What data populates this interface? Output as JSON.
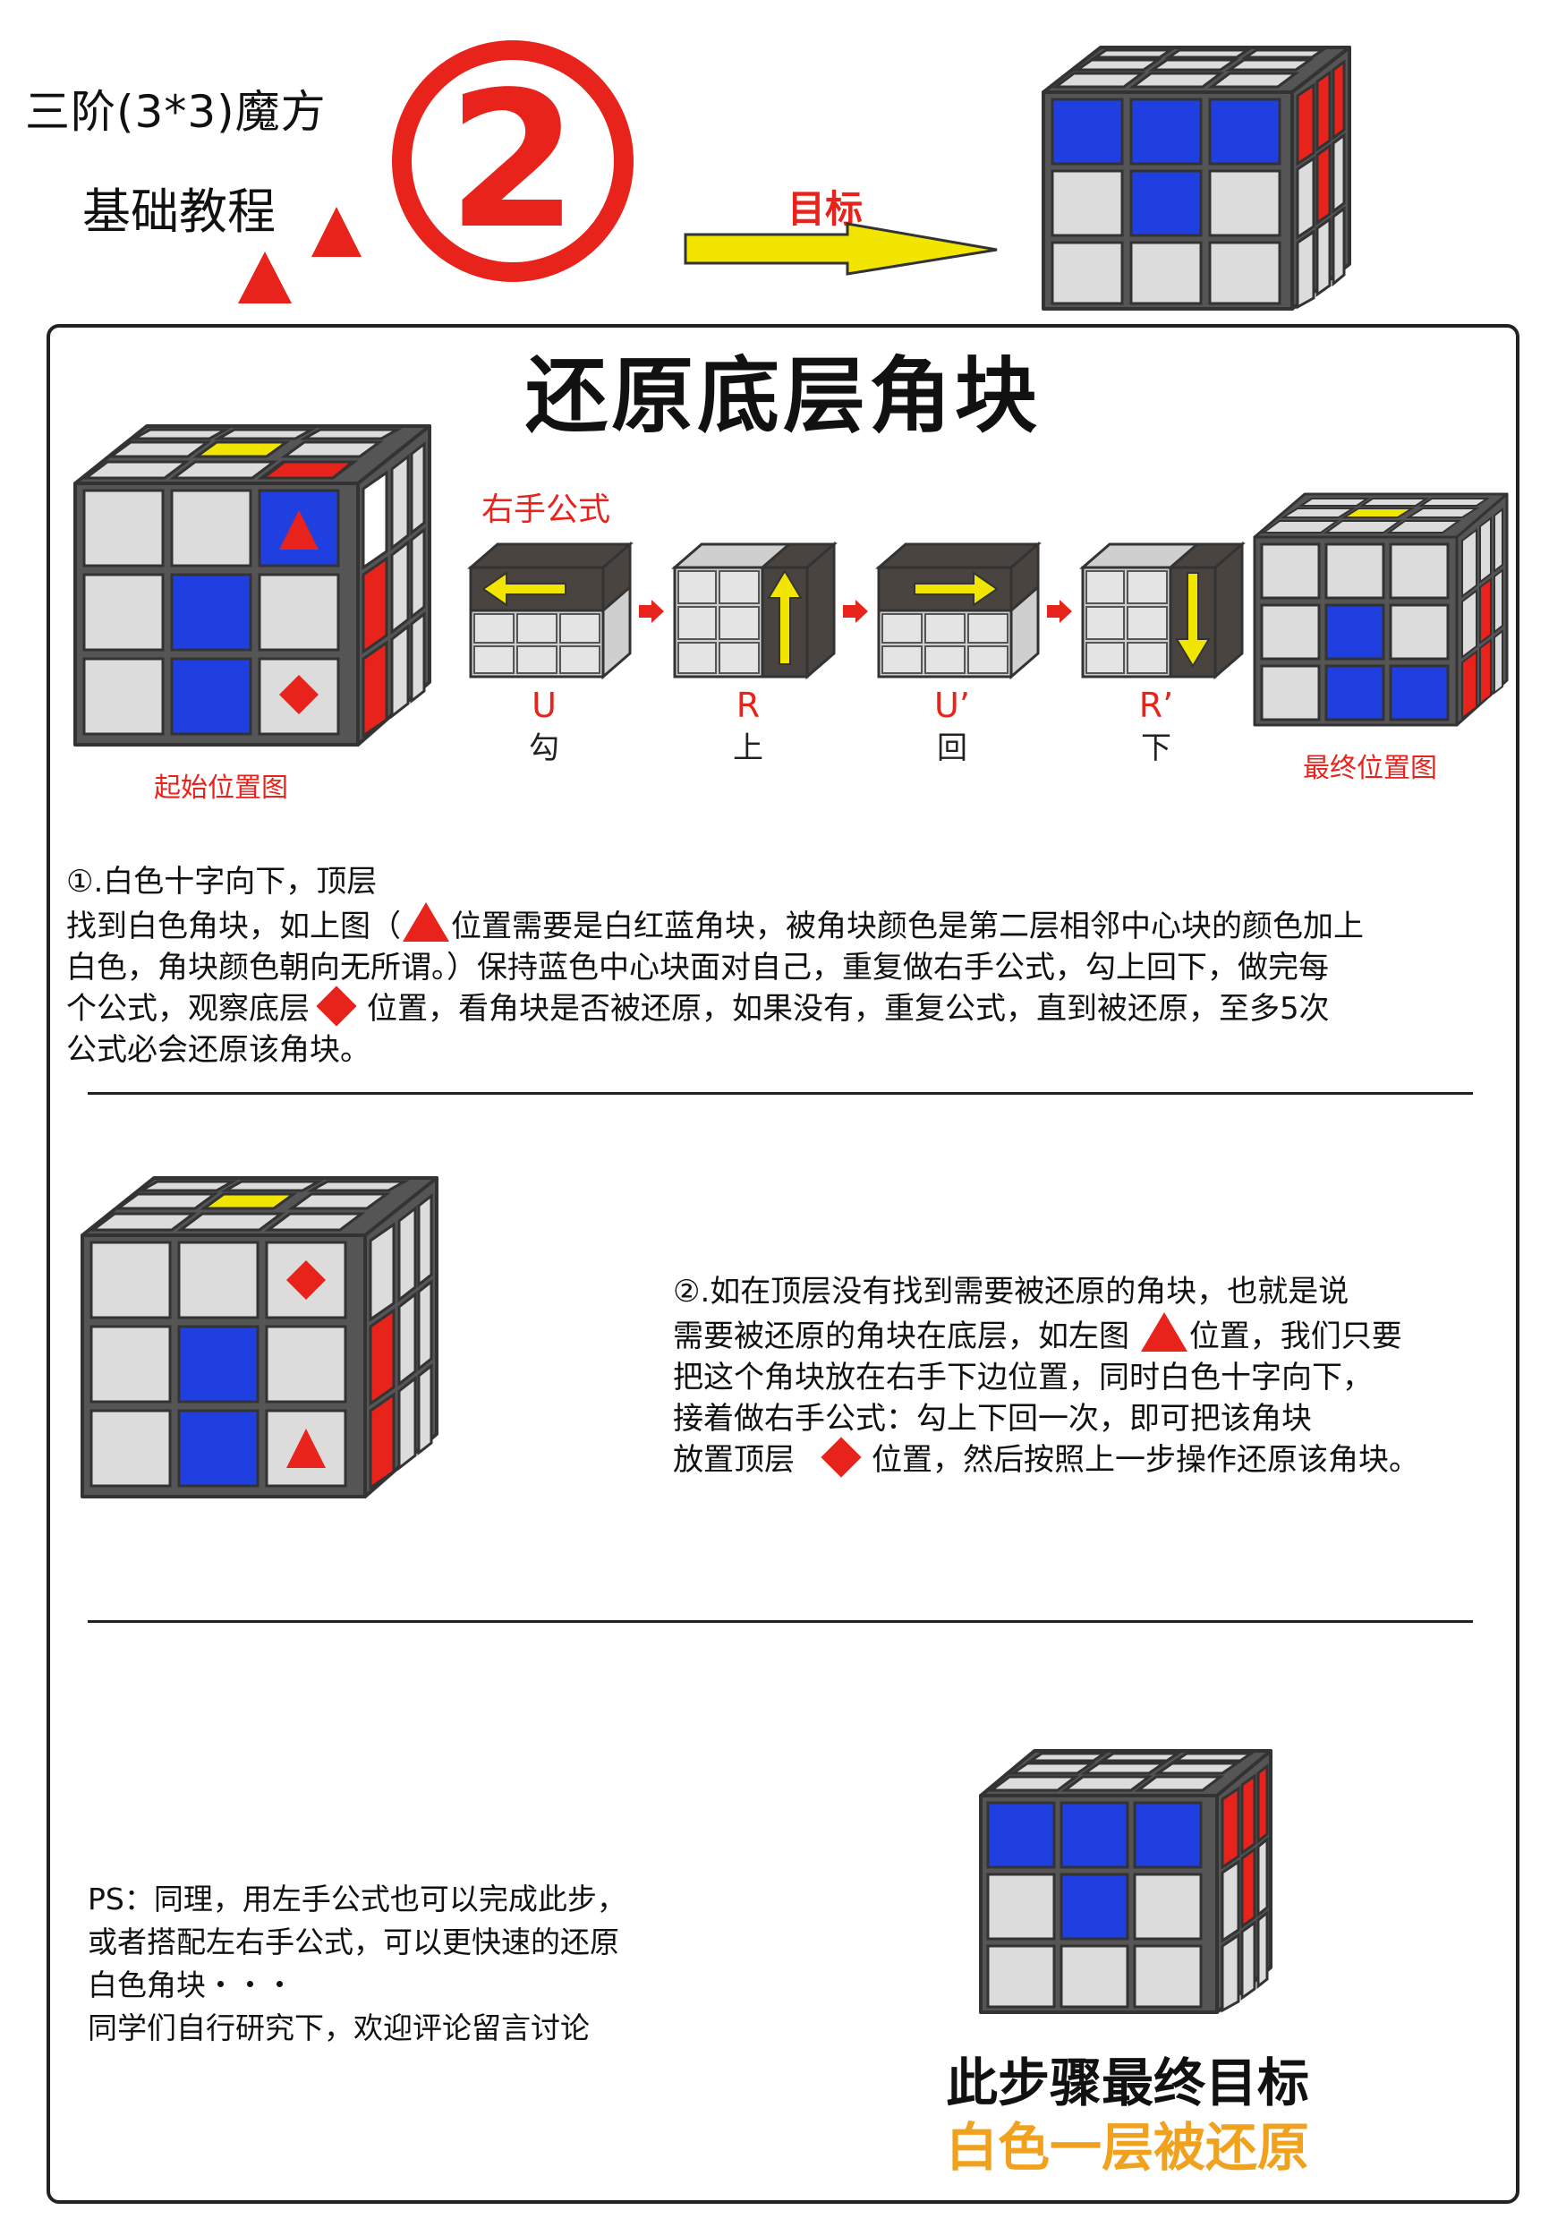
{
  "header": {
    "title_line1": "三阶(3*3)魔方",
    "title_line2": "基础教程",
    "step_number": "2",
    "goal_label": "目标"
  },
  "section": {
    "heading": "还原底层角块",
    "formula_title": "右手公式",
    "start_caption": "起始位置图",
    "final_caption": "最终位置图",
    "moves": [
      {
        "notation": "U",
        "chinese": "勾"
      },
      {
        "notation": "R",
        "chinese": "上"
      },
      {
        "notation": "U’",
        "chinese": "回"
      },
      {
        "notation": "R’",
        "chinese": "下"
      }
    ]
  },
  "step1": {
    "line1": "①.白色十字向下，顶层",
    "line2a": "找到白色角块，如上图（",
    "line2b": "位置需要是白红蓝角块，被角块颜色是第二层相邻中心块的颜色加上",
    "line3": "白色，角块颜色朝向无所谓。）保持蓝色中心块面对自己，重复做右手公式，勾上回下，做完每",
    "line4a": "个公式，观察底层",
    "line4b": "位置，看角块是否被还原，如果没有，重复公式，直到被还原，至多5次",
    "line5": "公式必会还原该角块。"
  },
  "step2": {
    "line1": "②.如在顶层没有找到需要被还原的角块，也就是说",
    "line2a": "需要被还原的角块在底层，如左图",
    "line2b": "位置，我们只要",
    "line3": "把这个角块放在右手下边位置，同时白色十字向下，",
    "line4": "接着做右手公式：勾上下回一次，即可把该角块",
    "line5a": "放置顶层",
    "line5b": "位置，然后按照上一步操作还原该角块。"
  },
  "ps": {
    "line1": "PS：同理，用左手公式也可以完成此步，",
    "line2": "或者搭配左右手公式，可以更快速的还原",
    "line3": "白色角块・・・",
    "line4": "同学们自行研究下，欢迎评论留言讨论"
  },
  "final_goal": {
    "line1": "此步骤最终目标",
    "line2": "白色一层被还原"
  },
  "colors": {
    "blue": "#1f3fe0",
    "red": "#e8231c",
    "yellow": "#f2e600",
    "grey": "#dcdcdc",
    "dark": "#4a4440",
    "orange_text": "#f0a21e"
  }
}
